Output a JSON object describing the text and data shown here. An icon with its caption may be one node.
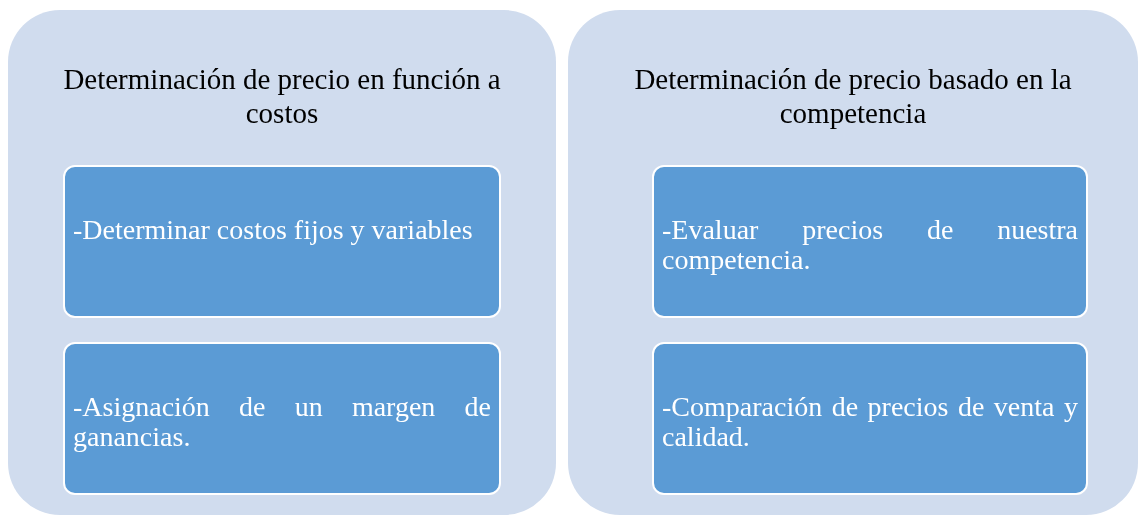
{
  "diagram": {
    "nodes": [
      {
        "text": [
          "Determinación de precio en función a costos"
        ]
      },
      {
        "text": [
          "-Determinar costos fijos y variables"
        ],
        "in": 0
      },
      {
        "text": [
          "-Asignación de un margen de ganancias."
        ],
        "in": 0
      },
      {
        "text": [
          "Determinación de precio basado en la competencia"
        ]
      },
      {
        "text": [
          "-Evaluar precios de nuestra competencia."
        ],
        "in": 3
      },
      {
        "text": [
          "-Comparación de precios de venta y calidad."
        ],
        "in": 3
      }
    ]
  }
}
